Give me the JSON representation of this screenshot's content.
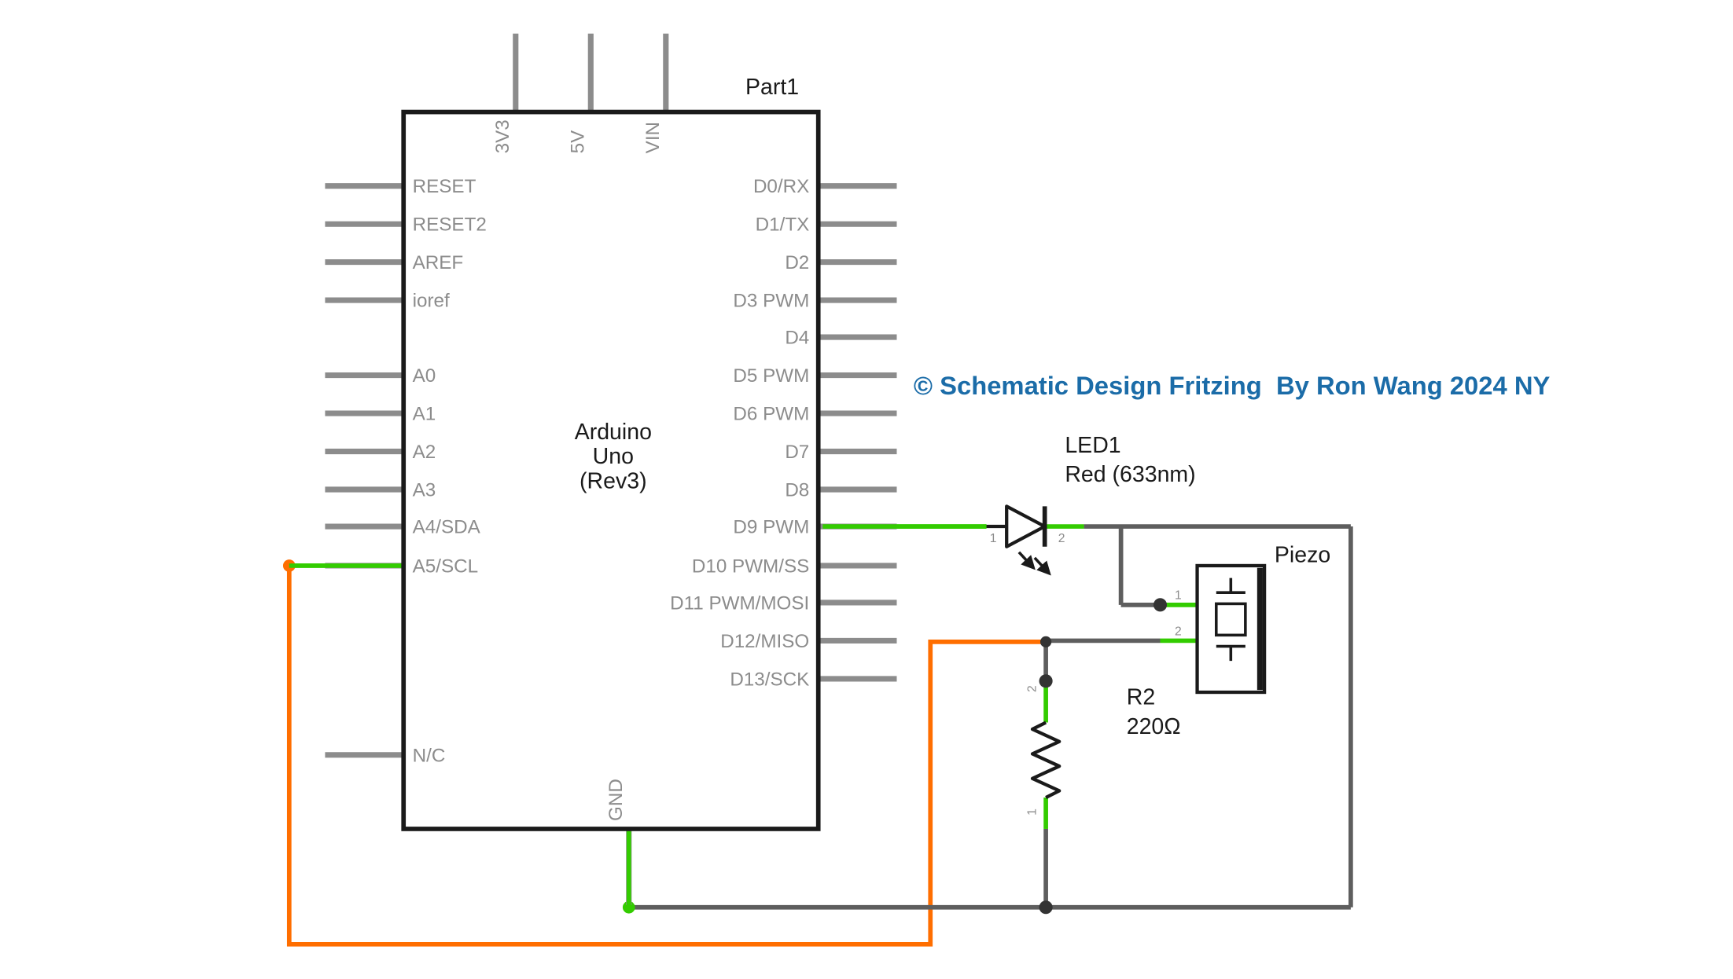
{
  "watermark": {
    "text": "© Schematic Design Fritzing  By Ron Wang 2024 NY",
    "color": "#1b6ca8"
  },
  "part_label": "Part1",
  "board": {
    "name": [
      "Arduino",
      "Uno",
      "(Rev3)"
    ]
  },
  "pins": {
    "left": [
      "RESET",
      "RESET2",
      "AREF",
      "ioref",
      "A0",
      "A1",
      "A2",
      "A3",
      "A4/SDA",
      "A5/SCL",
      "N/C"
    ],
    "right": [
      "D0/RX",
      "D1/TX",
      "D2",
      "D3 PWM",
      "D4",
      "D5 PWM",
      "D6 PWM",
      "D7",
      "D8",
      "D9 PWM",
      "D10 PWM/SS",
      "D11 PWM/MOSI",
      "D12/MISO",
      "D13/SCK"
    ],
    "top": [
      "3V3",
      "5V",
      "VIN"
    ],
    "bottom": [
      "GND"
    ]
  },
  "components": {
    "led": {
      "designator": "LED1",
      "value": "Red (633nm)",
      "pin1": "1",
      "pin2": "2"
    },
    "resistor": {
      "designator": "R2",
      "value": "220Ω",
      "pin1": "1",
      "pin2": "2"
    },
    "piezo": {
      "label": "Piezo",
      "pin1": "1",
      "pin2": "2"
    }
  },
  "colors": {
    "wire_green": "#33cc00",
    "wire_orange": "#ff6e00",
    "wire_gray": "#5e5e5e",
    "pin_gray": "#8c8c8c",
    "outline_black": "#1a1a1a"
  }
}
